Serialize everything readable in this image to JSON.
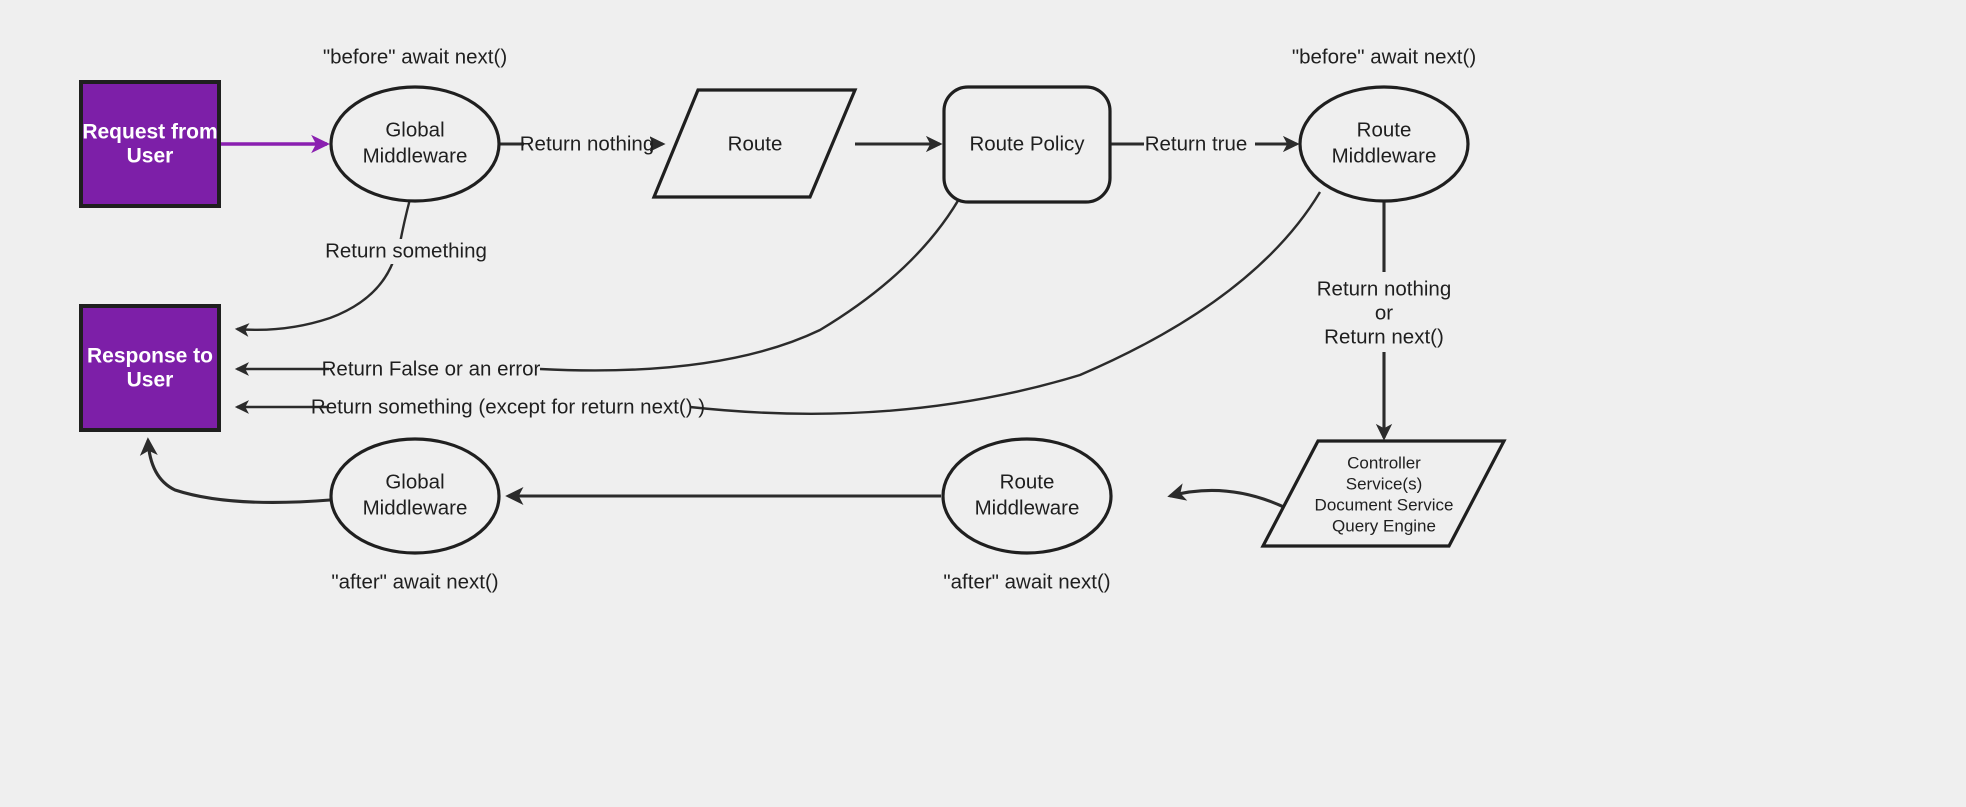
{
  "diagram": {
    "title": "Middleware request/response lifecycle flow",
    "background_color": "#efefef",
    "accent_color": "#7d1fa8",
    "line_color": "#2b2b2b",
    "nodes": {
      "request_box": {
        "line1": "Request from",
        "line2": "User",
        "shape": "rectangle",
        "fill": "#7d1fa8"
      },
      "response_box": {
        "line1": "Response to",
        "line2": "User",
        "shape": "rectangle",
        "fill": "#7d1fa8"
      },
      "global_mw_top": {
        "line1": "Global",
        "line2": "Middleware",
        "shape": "ellipse"
      },
      "route": {
        "line1": "Route",
        "shape": "parallelogram"
      },
      "route_policy": {
        "line1": "Route Policy",
        "shape": "rounded-rectangle"
      },
      "route_mw_top": {
        "line1": "Route",
        "line2": "Middleware",
        "shape": "ellipse"
      },
      "controller": {
        "line1": "Controller",
        "line2": "Service(s)",
        "line3": "Document Service",
        "line4": "Query Engine",
        "shape": "parallelogram"
      },
      "route_mw_bottom": {
        "line1": "Route",
        "line2": "Middleware",
        "shape": "ellipse"
      },
      "global_mw_bottom": {
        "line1": "Global",
        "line2": "Middleware",
        "shape": "ellipse"
      }
    },
    "annotations": {
      "before_global": "\"before\" await next()",
      "before_route_mw": "\"before\" await next()",
      "after_global": "\"after\" await next()",
      "after_route_mw": "\"after\" await next()"
    },
    "edge_labels": {
      "return_nothing": "Return nothing",
      "return_true": "Return true",
      "return_something_top": "Return something",
      "return_false_or_error": "Return False or an error",
      "return_something_except": "Return something (except for return next() )",
      "return_nothing_or_next_l1": "Return nothing",
      "return_nothing_or_next_l2": "or",
      "return_nothing_or_next_l3": "Return next()"
    }
  }
}
